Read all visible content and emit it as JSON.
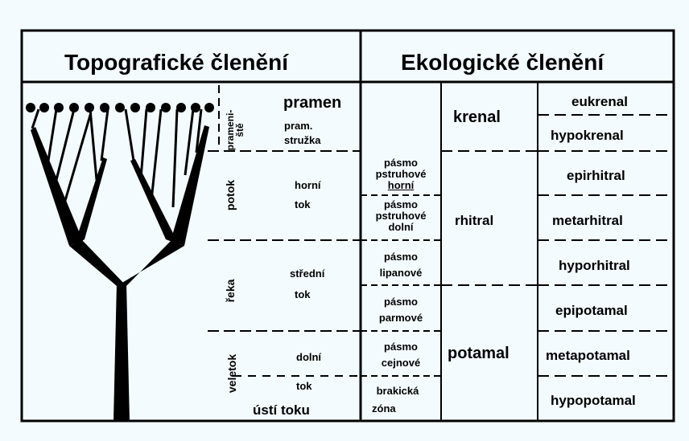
{
  "headers": {
    "left": "Topografické členění",
    "right": "Ekologické členění"
  },
  "sections": {
    "prameniste": "prameni-\nště",
    "potok": "potok",
    "reka": "řeka",
    "veletok": "veletok"
  },
  "course": {
    "pramen": "pramen",
    "pram_struzka_1": "pram.",
    "pram_struzka_2": "stružka",
    "horni": "horní",
    "horni_tok": "tok",
    "stredni": "střední",
    "stredni_tok": "tok",
    "dolni": "dolní",
    "dolni_tok": "tok",
    "usti": "ústí toku"
  },
  "zones": {
    "pstruh_horni": [
      "pásmo",
      "pstruhové",
      "horní"
    ],
    "pstruh_dolni": [
      "pásmo",
      "pstruhové",
      "dolní"
    ],
    "lipan": [
      "pásmo",
      "lipanové"
    ],
    "parma": [
      "pásmo",
      "parmové"
    ],
    "cejn": [
      "pásmo",
      "cejnové"
    ],
    "brakicka": [
      "brakická",
      "zóna"
    ]
  },
  "regions": {
    "krenal": "krenal",
    "rhitral": "rhitral",
    "potamal": "potamal"
  },
  "subregions": [
    "eukrenal",
    "hypokrenal",
    "epirhitral",
    "metarhitral",
    "hyporhitral",
    "epipotamal",
    "metapotamal",
    "hypopotamal"
  ]
}
